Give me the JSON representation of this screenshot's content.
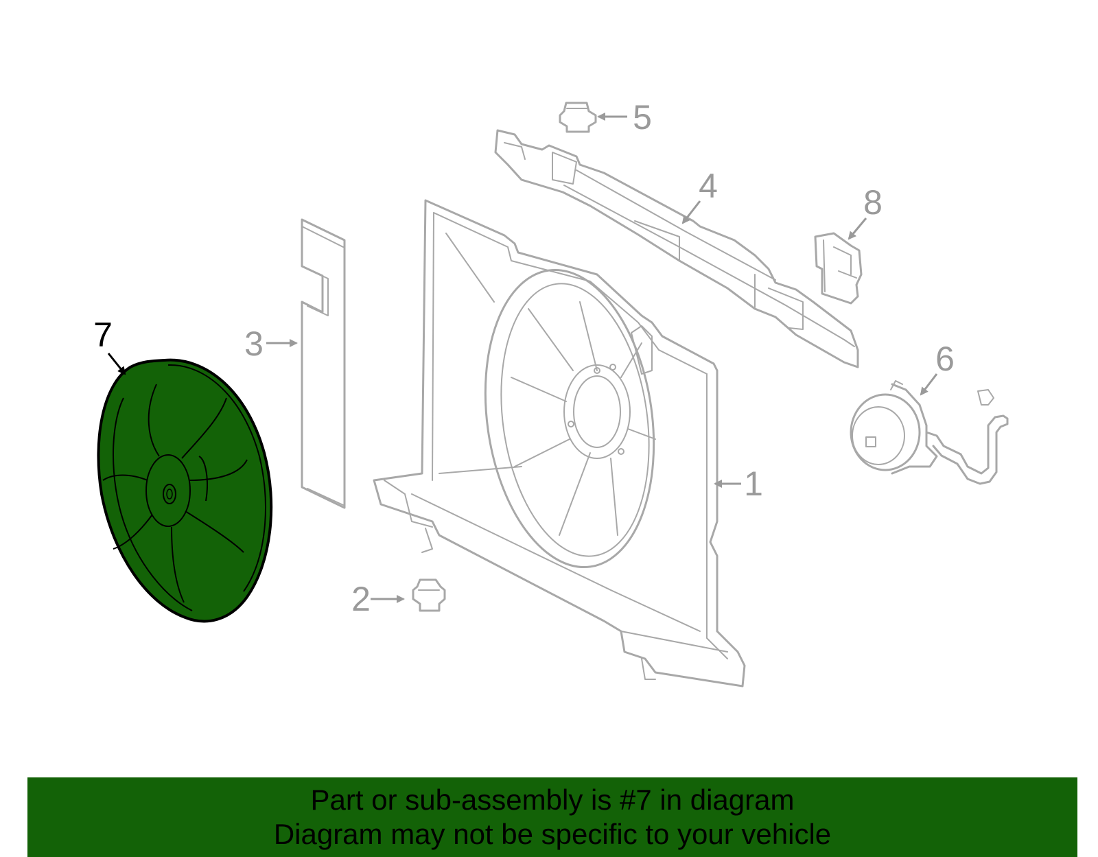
{
  "diagram": {
    "callouts": {
      "c1": "1",
      "c2": "2",
      "c3": "3",
      "c4": "4",
      "c5": "5",
      "c6": "6",
      "c7": "7",
      "c8": "8"
    },
    "highlighted_part": "7",
    "highlight_color": "#136207",
    "line_color": "#a8a8a8"
  },
  "banner": {
    "line1": "Part or sub-assembly is #7 in diagram",
    "line2": "Diagram may not be specific to your vehicle",
    "background": "#136207"
  }
}
